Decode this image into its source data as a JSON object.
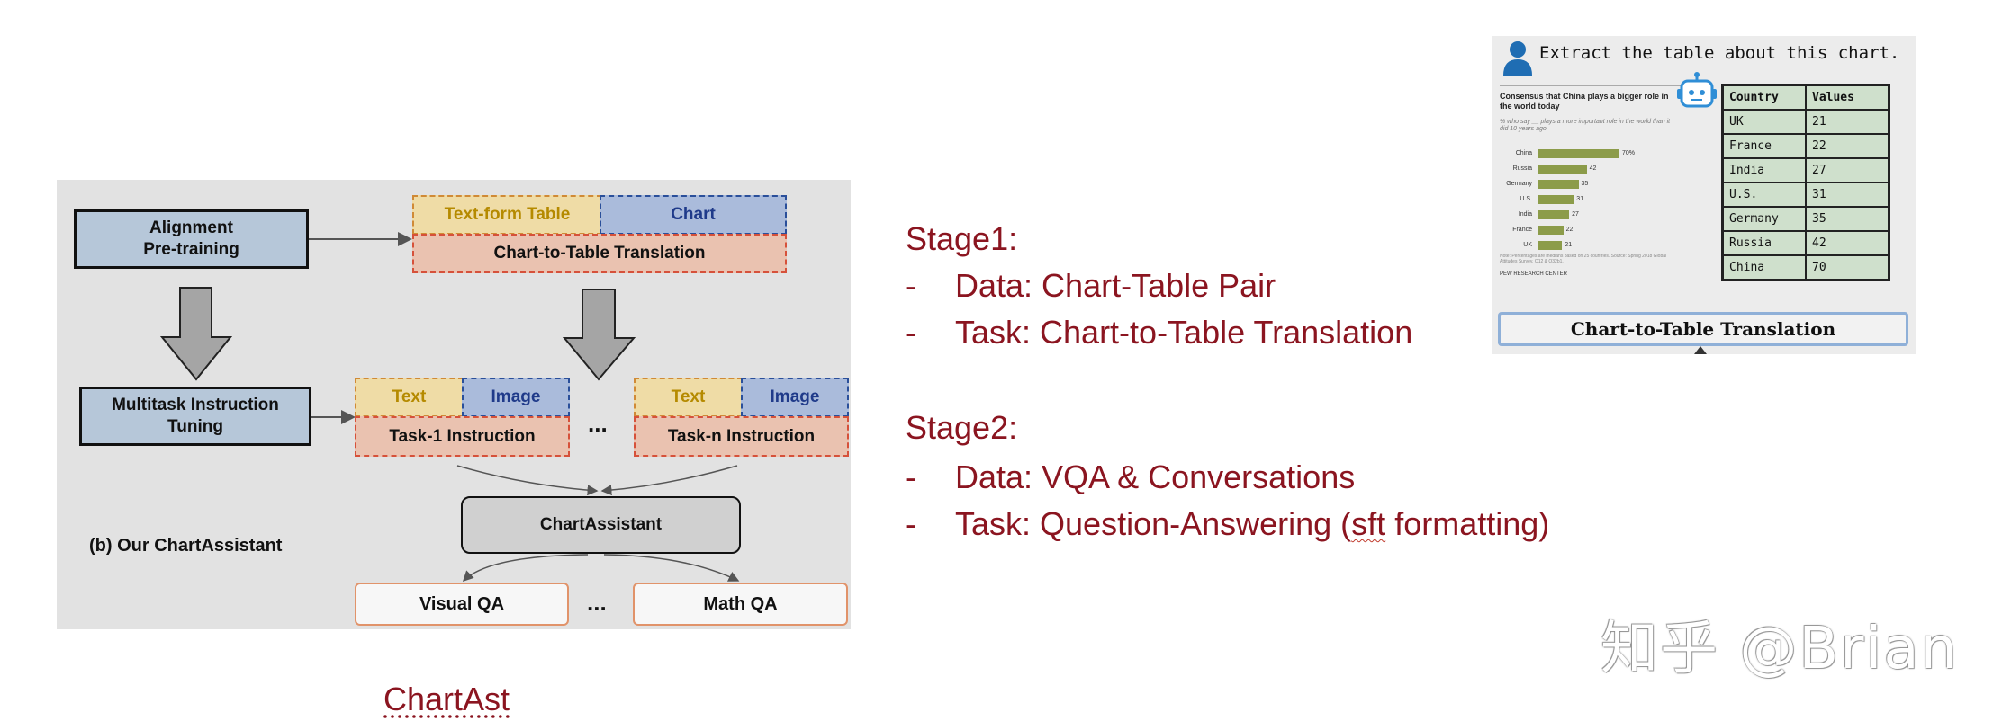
{
  "diagram": {
    "alignment_box": "Alignment\nPre-training",
    "text_form_table": "Text-form Table",
    "chart": "Chart",
    "chart_to_table": "Chart-to-Table Translation",
    "multitask_box": "Multitask Instruction\nTuning",
    "text_1": "Text",
    "image_1": "Image",
    "task_1": "Task-1 Instruction",
    "ellipsis_tasks": "...",
    "text_n": "Text",
    "image_n": "Image",
    "task_n": "Task-n Instruction",
    "chartassistant": "ChartAssistant",
    "caption": "(b) Our ChartAssistant",
    "visual_qa": "Visual QA",
    "ellipsis_outputs": "...",
    "math_qa": "Math QA"
  },
  "stages": {
    "stage1_title": "Stage1:",
    "stage1_items": [
      "Data: Chart-Table Pair",
      "Task: Chart-to-Table Translation"
    ],
    "stage2_title": "Stage2:",
    "stage2_item1": "Data: VQA & Conversations",
    "stage2_item2_before": "Task: Question-Answering (",
    "stage2_item2_squiggle": "sft",
    "stage2_item2_after": " formatting)",
    "dash": "-"
  },
  "panel": {
    "prompt": "Extract the table about this chart.",
    "user_icon": "user-icon",
    "robot_icon": "robot-icon",
    "mini_chart": {
      "title": "Consensus that China plays a bigger role in the world today",
      "subtitle": "% who say __ plays a more important role in the world than it did 10 years ago",
      "note": "Note: Percentages are medians based on 25 countries. Source: Spring 2018 Global Attitudes Survey. Q12 & Q32b1.",
      "source": "PEW RESEARCH CENTER",
      "bar_color": "#8c9c4a",
      "categories": [
        "China",
        "Russia",
        "Germany",
        "U.S.",
        "India",
        "France",
        "UK"
      ],
      "value_labels": [
        "70%",
        "42",
        "35",
        "31",
        "27",
        "22",
        "21"
      ],
      "values": [
        70,
        42,
        35,
        31,
        27,
        22,
        21
      ]
    },
    "table": {
      "headers": [
        "Country",
        "Values"
      ],
      "rows": [
        [
          "UK",
          "21"
        ],
        [
          "France",
          "22"
        ],
        [
          "India",
          "27"
        ],
        [
          "U.S.",
          "31"
        ],
        [
          "Germany",
          "35"
        ],
        [
          "Russia",
          "42"
        ],
        [
          "China",
          "70"
        ]
      ]
    },
    "button": "Chart-to-Table Translation"
  },
  "watermark": "知乎 @Brian",
  "bottom_label": "ChartAst"
}
